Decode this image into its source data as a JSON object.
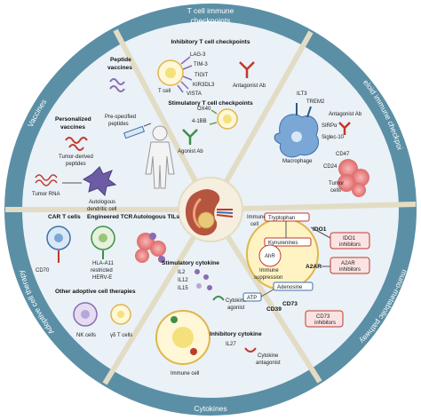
{
  "ring": {
    "t_cell_immune": "T cell immune",
    "checkpoints": "checkpoints",
    "myeloid_immune_checkpoints": "Myeloid immune checkpoints",
    "immuno_metabolic_pathways": "Immuno-metabolic pathways",
    "cytokines": "Cytokines",
    "adoptive_cell_therapy": "Adoptive cell therapy",
    "vaccines": "Vaccines"
  },
  "checkpoints": {
    "inhibitory_title": "Inhibitory T cell checkpoints",
    "lag3": "LAG-3",
    "tim3": "TIM-3",
    "tigit": "TIGIT",
    "kir3dl3": "KIR3DL3",
    "vista": "VISTA",
    "t_cell": "T cell",
    "antagonist_ab": "Antagonist Ab",
    "stimulatory_title": "Stimulatory T cell checkpoints",
    "ox40": "OX40",
    "4_1bb": "4-1BB",
    "agonist_ab": "Agonist Ab"
  },
  "myeloid": {
    "ilt3": "ILT3",
    "trem2": "TREM2",
    "antagonist_ab": "Antagonist Ab",
    "sirpa": "SIRPα",
    "siglec10": "Siglec-10",
    "cd47": "CD47",
    "cd24": "CD24",
    "macrophage": "Macrophage",
    "tumor": "Tumor",
    "cells": "cells"
  },
  "vaccines": {
    "peptide": "Peptide",
    "vaccines_word": "vaccines",
    "personalized": "Personalized",
    "pre_specified": "Pre-specified",
    "peptides": "peptides",
    "tumor_derived": "Tumor-derived",
    "tumor_rna": "Tumor RNA",
    "autologous": "Autologous",
    "dendritic_cell": "dendritic cell"
  },
  "adoptive": {
    "car_t": "CAR T cells",
    "engineered_tcr": "Engineered TCR",
    "autologous_tils": "Autologous TILs",
    "cd70": "CD70",
    "hla_a11": "HLA-A11",
    "restricted": "restricted",
    "herv_e": "HERV-E",
    "other_title": "Other adoptive cell therapies",
    "nk_cells": "NK cells",
    "gd_t_cells": "γδ T cells"
  },
  "cytokines": {
    "stimulatory_title": "Stimulatory cytokine",
    "il2": "IL2",
    "il12": "IL12",
    "il15": "IL15",
    "cytokine": "Cytokine",
    "agonist": "agonist",
    "inhibitory_title": "Inhibitory cytokine",
    "il27": "IL27",
    "antagonist": "antagonist",
    "immune_cell": "Immune cell"
  },
  "metabolic": {
    "immune": "Immune",
    "cell": "cell",
    "tryptophan": "Tryptophan",
    "ido1": "IDO1",
    "ahr": "AhR",
    "kynurenines": "Kynurenines",
    "immune_word": "Immune",
    "suppression": "suppression",
    "ido1_inhibitors_1": "IDO1",
    "inhibitors": "inhibitors",
    "a2ar": "A2AR",
    "a2ar_inhibitors_1": "A2AR",
    "adenosine": "Adenosine",
    "atp": "ATP",
    "cd39": "CD39",
    "cd73": "CD73",
    "cd73_inhibitors_1": "CD73"
  },
  "colors": {
    "ring": "#5b8fa6",
    "divider": "#e3dcc4",
    "mid": "#eaf1f7",
    "center": "#f6efdf",
    "accent_purple": "#8c6bb1",
    "red": "#c0392b",
    "yellow": "#f4e17a"
  }
}
